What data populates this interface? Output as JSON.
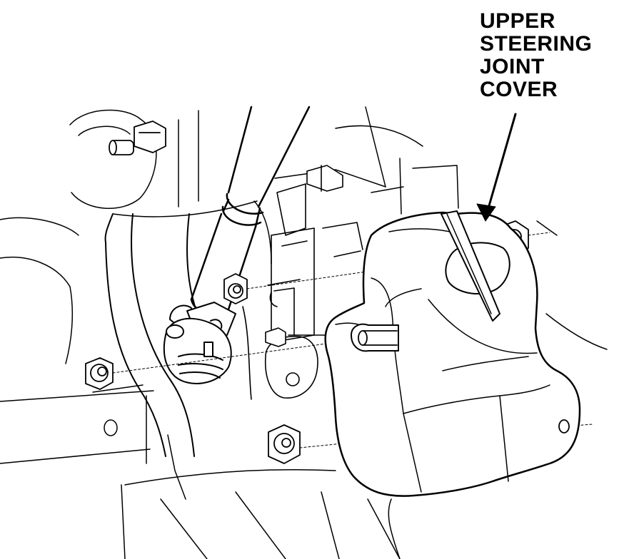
{
  "callout": {
    "lines": [
      "UPPER",
      "STEERING",
      "JOINT",
      "COVER"
    ]
  },
  "colors": {
    "line": "#000000",
    "fill": "#ffffff"
  }
}
